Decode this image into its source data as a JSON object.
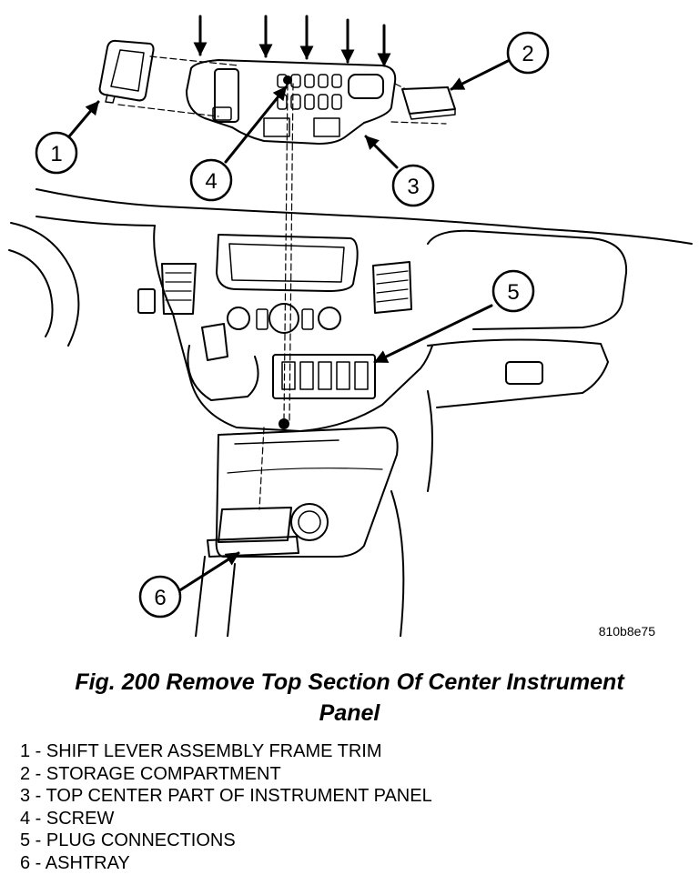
{
  "figure": {
    "image_code": "810b8e75",
    "callouts": [
      "1",
      "2",
      "3",
      "4",
      "5",
      "6"
    ]
  },
  "caption": {
    "line1": "Fig. 200 Remove Top Section Of Center Instrument",
    "line2": "Panel"
  },
  "legend": [
    "1 - SHIFT LEVER ASSEMBLY FRAME TRIM",
    "2 - STORAGE COMPARTMENT",
    "3 - TOP CENTER PART OF INSTRUMENT PANEL",
    "4 - SCREW",
    "5 - PLUG CONNECTIONS",
    "6 - ASHTRAY"
  ]
}
